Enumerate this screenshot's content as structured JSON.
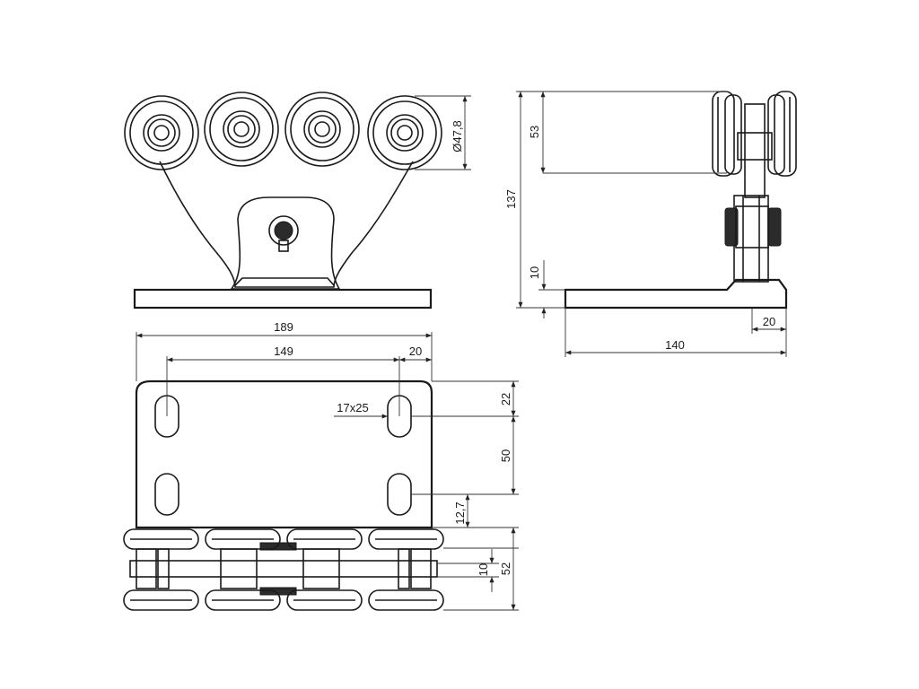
{
  "dimensions": {
    "diameter": "Ø47,8",
    "height_53": "53",
    "height_137": "137",
    "height_10_side": "10",
    "width_20_side": "20",
    "width_140": "140",
    "width_189": "189",
    "width_149": "149",
    "width_20_top": "20",
    "slot_size": "17x25",
    "height_22": "22",
    "height_50": "50",
    "height_12_7": "12,7",
    "height_10_bottom": "10",
    "height_52": "52"
  }
}
